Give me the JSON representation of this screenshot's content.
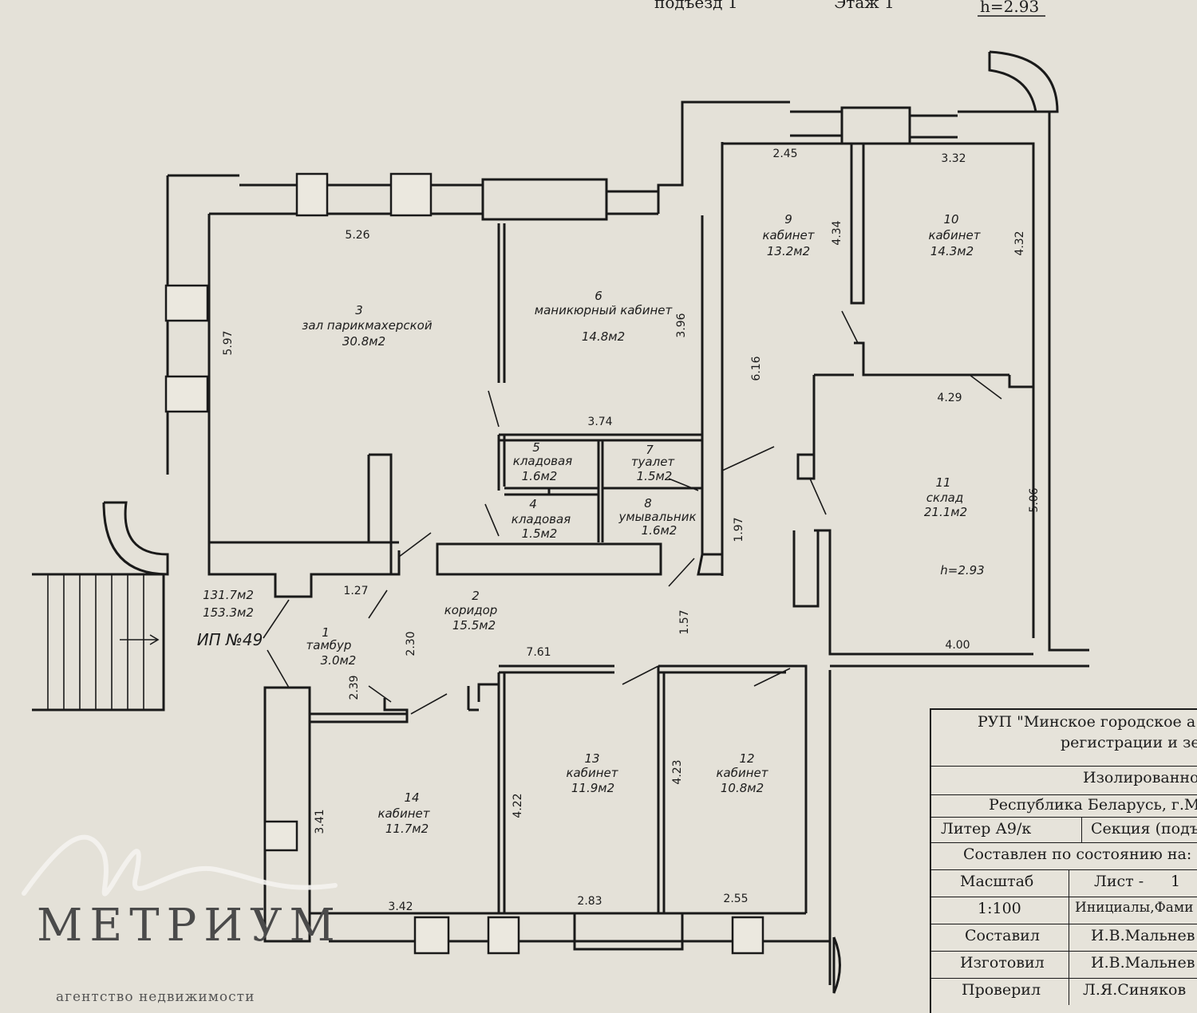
{
  "header": {
    "entrance_label": "подъезд 1",
    "floor_label": "Этаж 1",
    "height_label": "h=2.93"
  },
  "rooms": [
    {
      "id": "3",
      "name": "зал парикмахерской",
      "area": "30.8м2"
    },
    {
      "id": "6",
      "name": "маникюрный кабинет",
      "area": "14.8м2"
    },
    {
      "id": "9",
      "name": "кабинет",
      "area": "13.2м2"
    },
    {
      "id": "10",
      "name": "кабинет",
      "area": "14.3м2"
    },
    {
      "id": "5",
      "name": "кладовая",
      "area": "1.6м2"
    },
    {
      "id": "7",
      "name": "туалет",
      "area": "1.5м2"
    },
    {
      "id": "4",
      "name": "кладовая",
      "area": "1.5м2"
    },
    {
      "id": "8",
      "name": "умывальник",
      "area": "1.6м2"
    },
    {
      "id": "11",
      "name": "склад",
      "area": "21.1м2"
    },
    {
      "id": "2",
      "name": "коридор",
      "area": "15.5м2"
    },
    {
      "id": "1",
      "name": "тамбур",
      "area": "3.0м2"
    },
    {
      "id": "13",
      "name": "кабинет",
      "area": "11.9м2"
    },
    {
      "id": "12",
      "name": "кабинет",
      "area": "10.8м2"
    },
    {
      "id": "14",
      "name": "кабинет",
      "area": "11.7м2"
    }
  ],
  "room11_height": "h=2.93",
  "dimensions": [
    "5.26",
    "5.97",
    "3.96",
    "3.74",
    "2.45",
    "4.34",
    "3.32",
    "4.32",
    "6.16",
    "4.29",
    "5.06",
    "4.00",
    "1.97",
    "1.57",
    "1.27",
    "2.30",
    "2.39",
    "7.61",
    "4.22",
    "4.23",
    "3.41",
    "3.42",
    "2.83",
    "2.55"
  ],
  "totals": {
    "area_total": "131.7м2",
    "area_gross": "153.3м2",
    "code": "ИП №49"
  },
  "stamp": {
    "org_line1": "РУП \"Минское городское а",
    "org_line2": "регистрации и зе",
    "object": "Изолированно",
    "address": "Республика Беларусь, г.М",
    "liter": "Литер А9/к",
    "section": "Секция (подъ",
    "state": "Составлен по состоянию на:",
    "scale_label": "Масштаб",
    "sheet_label": "Лист -",
    "sheet_no": "1",
    "scale_value": "1:100",
    "initials_label": "Инициалы,Фами",
    "compiled_label": "Составил",
    "compiled_name": "И.В.Мальнев",
    "made_label": "Изготовил",
    "made_name": "И.В.Мальнев",
    "checked_label": "Проверил",
    "checked_name": "Л.Я.Синяков"
  },
  "watermark": {
    "brand": "МЕТРИУМ",
    "subtitle": "агентство недвижимости"
  }
}
